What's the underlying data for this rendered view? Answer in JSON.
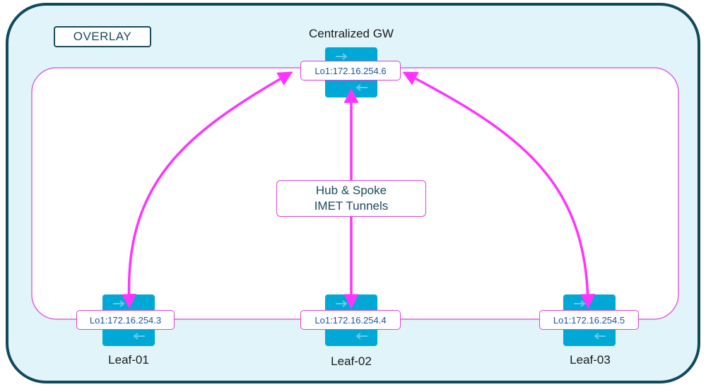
{
  "overlay_label": "OVERLAY",
  "colors": {
    "frame_fill": "#e1f4fa",
    "frame_stroke": "#0f4a5c",
    "tunnel": "#ff33ff",
    "switch": "#00a8d6",
    "ring": "#e060e0"
  },
  "hub": {
    "title": "Centralized GW",
    "lo": "Lo1:172.16.254.6",
    "icon": "switch-icon"
  },
  "tunnels": {
    "line1": "Hub & Spoke",
    "line2": "IMET Tunnels"
  },
  "leaves": [
    {
      "name": "Leaf-01",
      "lo": "Lo1:172.16.254.3",
      "icon": "switch-icon"
    },
    {
      "name": "Leaf-02",
      "lo": "Lo1:172.16.254.4",
      "icon": "switch-icon"
    },
    {
      "name": "Leaf-03",
      "lo": "Lo1:172.16.254.5",
      "icon": "switch-icon"
    }
  ]
}
